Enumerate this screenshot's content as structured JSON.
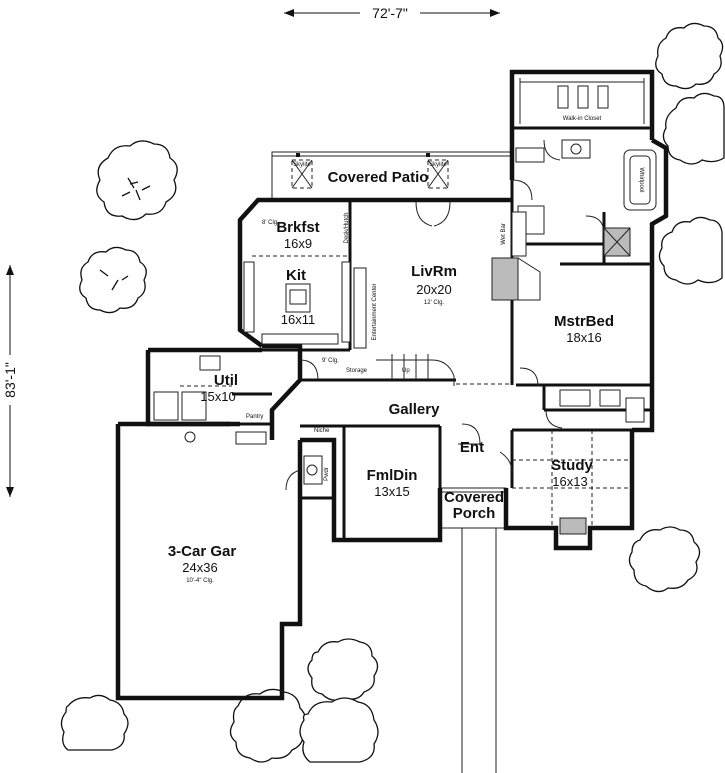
{
  "dimensions": {
    "width": "72'-7\"",
    "depth": "83'-1\""
  },
  "rooms": [
    {
      "key": "covered_patio",
      "name": "Covered Patio",
      "size": ""
    },
    {
      "key": "brkfst",
      "name": "Brkfst",
      "size": "16x9"
    },
    {
      "key": "kit",
      "name": "Kit",
      "size": "16x11"
    },
    {
      "key": "livrm",
      "name": "LivRm",
      "size": "20x20",
      "note": "12' Clg."
    },
    {
      "key": "mstrbed",
      "name": "MstrBed",
      "size": "18x16"
    },
    {
      "key": "util",
      "name": "Util",
      "size": "15x10"
    },
    {
      "key": "gallery",
      "name": "Gallery",
      "size": ""
    },
    {
      "key": "fmldin",
      "name": "FmlDin",
      "size": "13x15"
    },
    {
      "key": "ent",
      "name": "Ent",
      "size": ""
    },
    {
      "key": "study",
      "name": "Study",
      "size": "16x13"
    },
    {
      "key": "covered_porch",
      "name": "Covered Porch",
      "size": ""
    },
    {
      "key": "garage",
      "name": "3-Car Gar",
      "size": "24x36",
      "note": "10'-4\" Clg."
    }
  ],
  "labels": {
    "walk_in_closet": "Walk-in Closet",
    "whirlpool": "Whirlpool",
    "skylite": "Skylite",
    "wet_bar": "Wet Bar",
    "entertainment_center": "Entertainment Center",
    "storage": "Storage",
    "pantry": "Pantry",
    "niche": "Niche",
    "pwdr": "Pwdr",
    "desk_hutch": "Desk/Hutch",
    "clg_8": "8' Clg.",
    "clg_9": "9' Clg.",
    "up": "Up"
  }
}
